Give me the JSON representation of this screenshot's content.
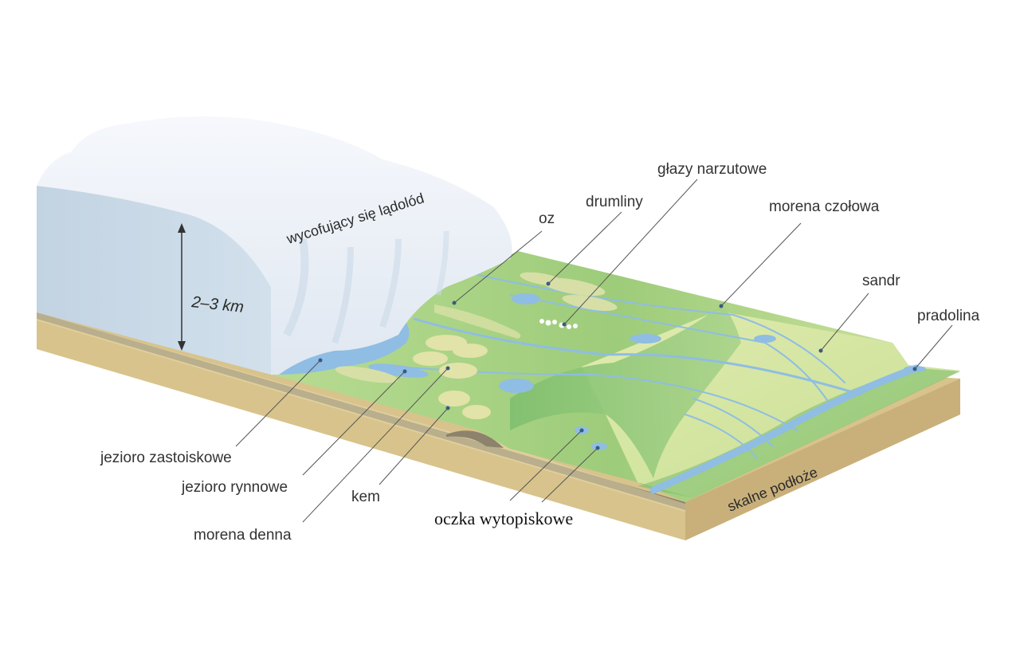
{
  "labels": {
    "ice": "wycofujący się lądolód",
    "thickness": "2–3 km",
    "oz": "oz",
    "drumliny": "drumliny",
    "glazy": "głazy narzutowe",
    "morena_czolowa": "morena czołowa",
    "sandr": "sandr",
    "pradolina": "pradolina",
    "jezioro_zastoiskowe": "jezioro zastoiskowe",
    "jezioro_rynnowe": "jezioro rynnowe",
    "morena_denna": "morena denna",
    "kem": "kem",
    "oczka": "oczka wytopiskowe",
    "skalne_podloze": "skalne podłoże"
  },
  "colors": {
    "ice_top": "#eef2f8",
    "ice_front": "#c4d6e4",
    "water": "#8fbde3",
    "ground_green": "#9ccc78",
    "sandr_light": "#dde8a8",
    "bedrock": "#d8c38c",
    "bedrock_side": "#c9b07a"
  }
}
